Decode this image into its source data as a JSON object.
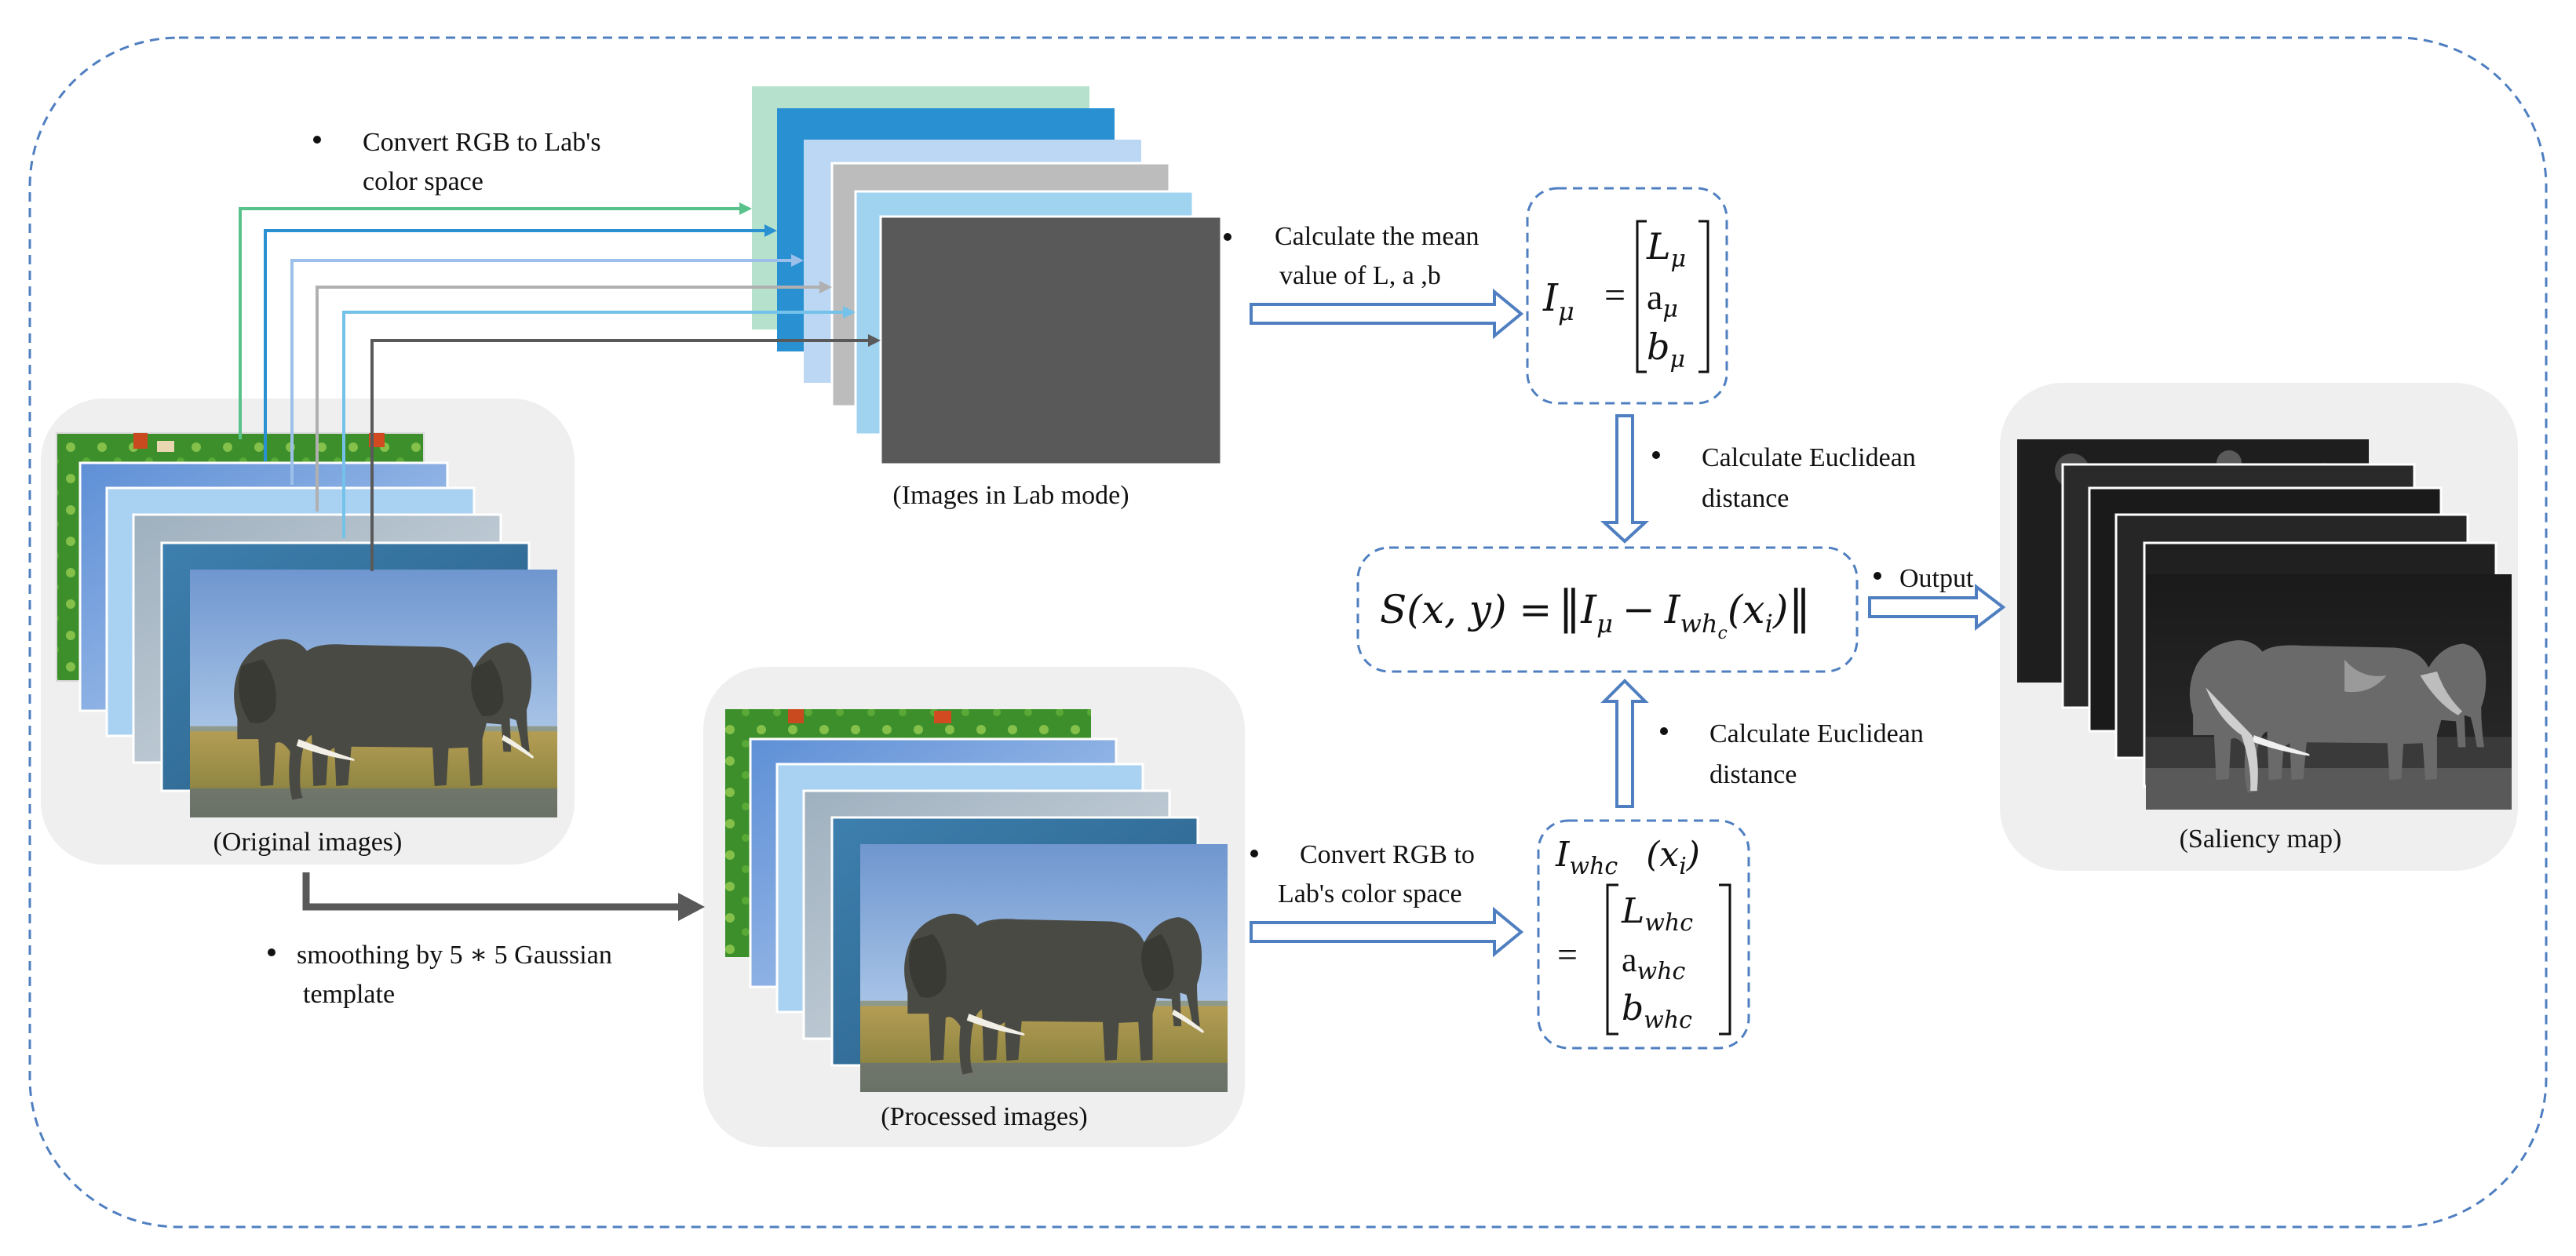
{
  "colors": {
    "frame_dash": "#4f7fc0",
    "panel_bg": "#efefef",
    "hollow_arrow": "#4f7fc0",
    "dark_arrow": "#595959",
    "lab_layers": [
      "#b6e2cd",
      "#2991d2",
      "#bcd7f4",
      "#bcbcbc",
      "#9fd3f0",
      "#595959"
    ],
    "lab_connectors": [
      "#58c28a",
      "#2991d2",
      "#9cc0ea",
      "#b0b0b0",
      "#74c2ea",
      "#595959"
    ]
  },
  "icons": {
    "bullet": "bullet-dot-icon",
    "hollow_arrow": "hollow-arrow-icon",
    "solid_arrow": "solid-arrow-icon"
  },
  "labels": {
    "original_images": "(Original images)",
    "lab_images": "(Images in Lab mode)",
    "processed_images": "(Processed images)",
    "saliency_map": "(Saliency map)"
  },
  "steps": {
    "convert_to_lab_line1": "Convert RGB to Lab's",
    "convert_to_lab_line2": "color space",
    "mean_value_line1": "Calculate the mean",
    "mean_value_line2": "value of L, a ,b",
    "euclidean_top_line1": "Calculate Euclidean",
    "euclidean_top_line2": "distance",
    "euclidean_bottom_line1": "Calculate Euclidean",
    "euclidean_bottom_line2": "distance",
    "output": "Output",
    "smoothing_line1": "smoothing by 5 ∗ 5 Gaussian",
    "smoothing_line2": "template",
    "convert_processed_line1": "Convert RGB to",
    "convert_processed_line2": "Lab's color space"
  },
  "formulas": {
    "mean": {
      "lhs_symbol": "I",
      "lhs_sub": "μ",
      "eq": "=",
      "rows": [
        {
          "sym": "L",
          "sub": "μ"
        },
        {
          "sym": "a",
          "sub": "μ"
        },
        {
          "sym": "b",
          "sub": "μ"
        }
      ]
    },
    "saliency": {
      "lhs": "S(x, y) =",
      "bar_open": "‖",
      "I1": "I",
      "I1_sub": "μ",
      "minus": "−",
      "I2": "I",
      "I2_sub": "wh",
      "I2_subsub": "c",
      "arg_open": "(x",
      "arg_sub": "i",
      "arg_close": ")",
      "bar_close": "‖"
    },
    "whc": {
      "lhs_symbol": "I",
      "lhs_sub": "whc",
      "arg_open": "(x",
      "arg_sub": "i",
      "arg_close": ")",
      "eq": "=",
      "rows": [
        {
          "sym": "L",
          "sub": "whc"
        },
        {
          "sym": "a",
          "sub": "whc"
        },
        {
          "sym": "b",
          "sub": "whc"
        }
      ]
    }
  }
}
